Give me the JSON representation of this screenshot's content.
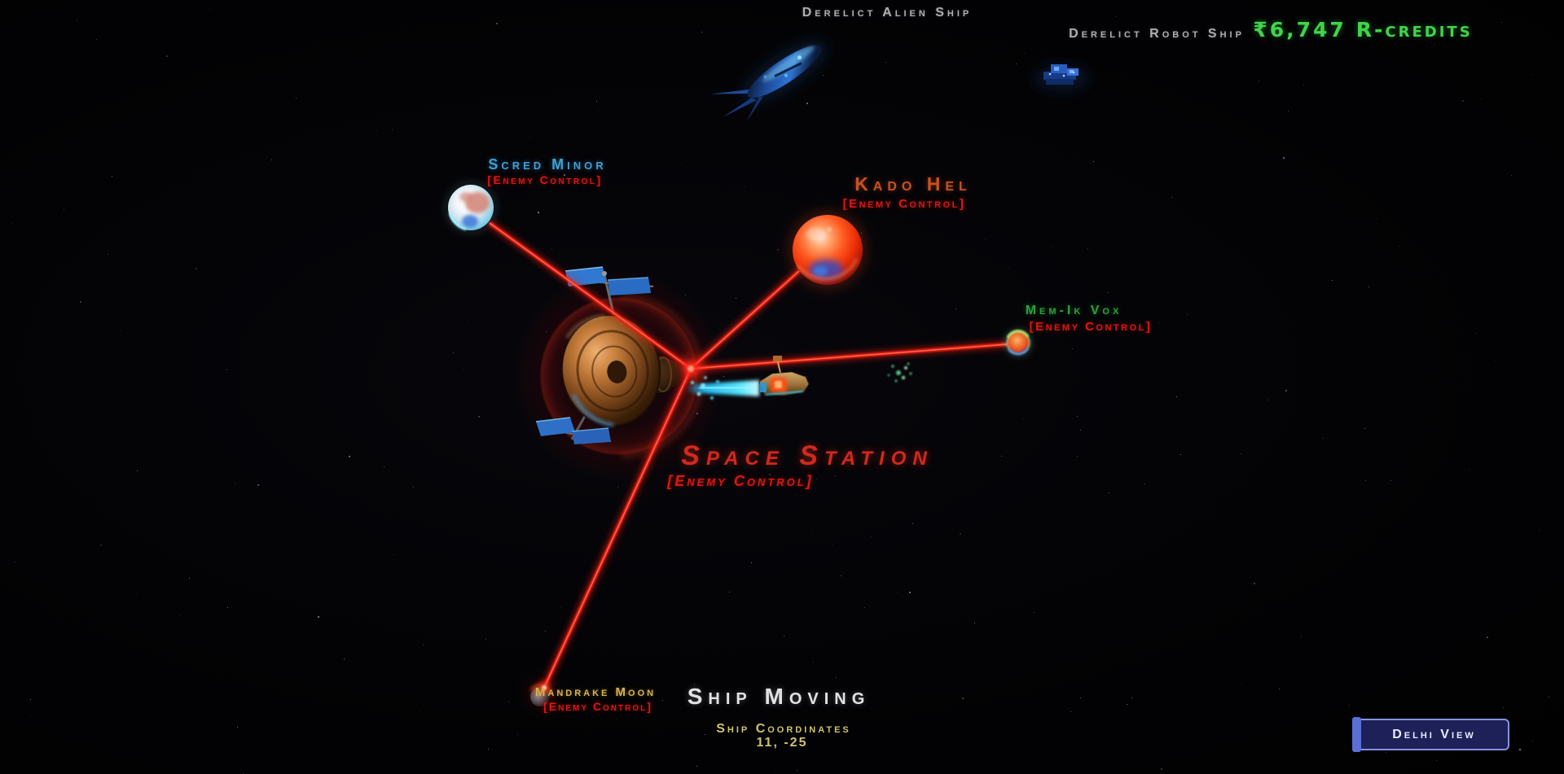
{
  "currency": {
    "value": "₹6,747",
    "unit": "R-credits",
    "color": "#41d44a"
  },
  "wrecks": [
    {
      "label": "Derelict Alien Ship"
    },
    {
      "label": "Derelict Robot Ship"
    }
  ],
  "celestial_bodies": [
    {
      "name": "Scred Minor",
      "status": "[Enemy Control]",
      "name_color": "#3f9fd4"
    },
    {
      "name": "Kado Hel",
      "status": "[Enemy Control]",
      "name_color": "#c85222"
    },
    {
      "name": "Mem-Ik Vox",
      "status": "[Enemy Control]",
      "name_color": "#2f9e3e"
    },
    {
      "name": "Space Station",
      "status": "[Enemy Control]",
      "name_color": "#cf2a1e"
    },
    {
      "name": "Mandrake Moon",
      "status": "[Enemy Control]",
      "name_color": "#d8b44a"
    }
  ],
  "ship_status": {
    "headline": "Ship Moving",
    "coordinates_label": "Ship Coordinates",
    "coordinates": "11, -25"
  },
  "actions": {
    "view_button": "Delhi View"
  },
  "palette": {
    "enemy_status_red": "#dc1812",
    "laser_red": "#ff1a10",
    "thrust_cyan": "#2fd8ff",
    "coords_gold": "#cfc36a",
    "wreck_label_gray": "#aeaeb0",
    "button_bg": "#1d2158",
    "button_accent": "#5b6fd6",
    "button_border": "#8693dd"
  }
}
